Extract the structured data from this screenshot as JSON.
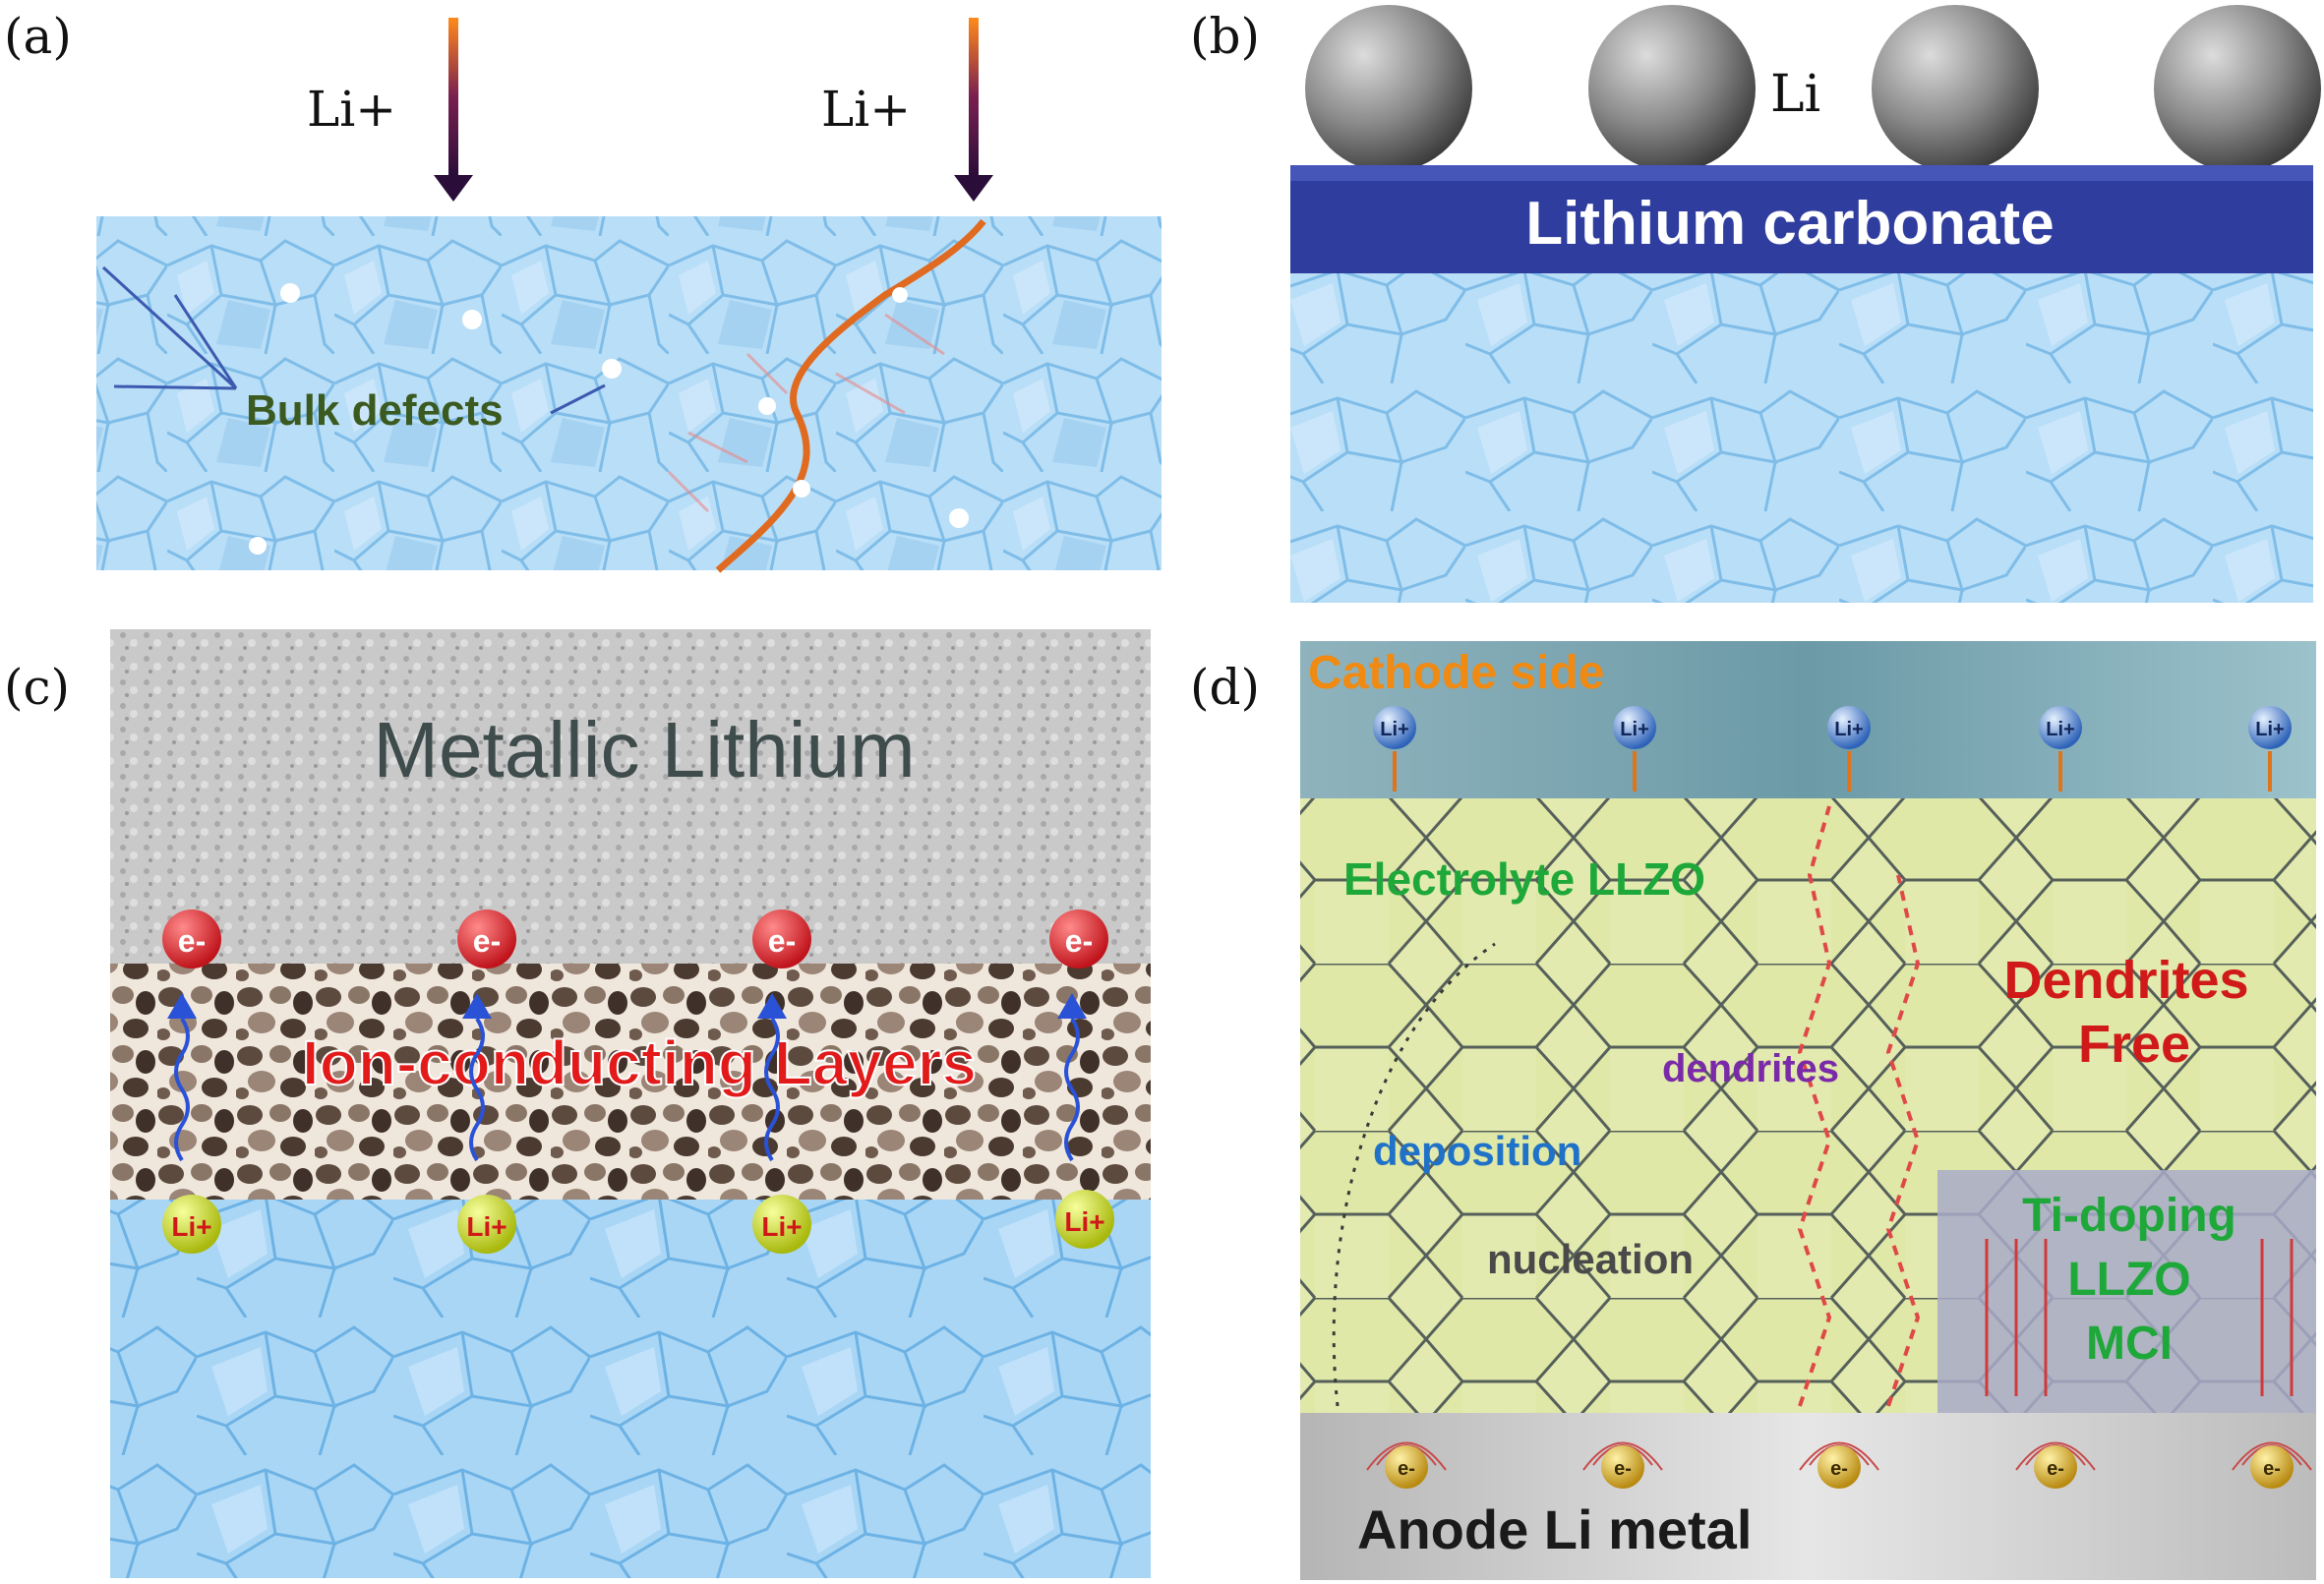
{
  "panel_a": {
    "letter": "(a)",
    "li_ion_left": "Li+",
    "li_ion_right": "Li+",
    "bulk_defects": "Bulk defects"
  },
  "panel_b": {
    "letter": "(b)",
    "li": "Li",
    "lithium_carbonate": "Lithium carbonate"
  },
  "panel_c": {
    "letter": "(c)",
    "metallic_lithium": "Metallic Lithium",
    "ion_layers": "Ion-conducting Layers",
    "electron": "e-",
    "li_ion": "Li+"
  },
  "panel_d": {
    "letter": "(d)",
    "cathode_side": "Cathode side",
    "electrolyte": "Electrolyte LLZO",
    "dendrites_free_1": "Dendrites",
    "dendrites_free_2": "Free",
    "dendrites": "dendrites",
    "deposition": "deposition",
    "nucleation": "nucleation",
    "ti_doping": "Ti-doping",
    "llzo": "LLZO",
    "mci": "MCI",
    "anode": "Anode Li metal",
    "electron": "e-",
    "li_ion": "Li+"
  },
  "colors": {
    "grain_blue": "#a9d6f5",
    "carbonate_blue": "#2f3e9e",
    "hex_green": "#e3eab0",
    "dendrite_red": "#d83020",
    "label_green": "#1fa83a"
  }
}
